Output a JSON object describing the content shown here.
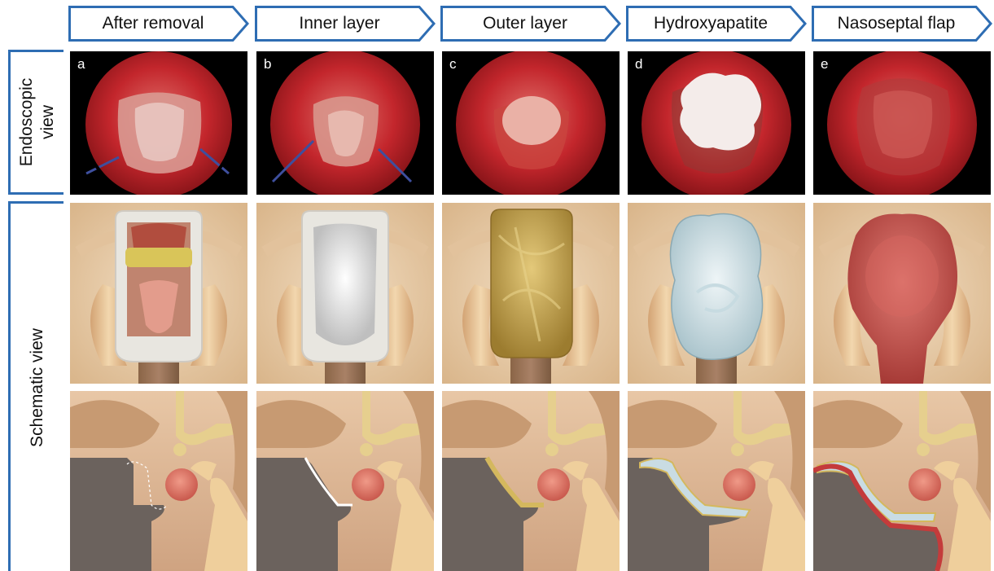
{
  "columns": [
    {
      "id": "a",
      "header": "After removal"
    },
    {
      "id": "b",
      "header": "Inner layer"
    },
    {
      "id": "c",
      "header": "Outer layer"
    },
    {
      "id": "d",
      "header": "Hydroxyapatite"
    },
    {
      "id": "e",
      "header": "Nasoseptal flap"
    }
  ],
  "rows": {
    "endoscopic": {
      "label_line1": "Endoscopic",
      "label_line2": "view"
    },
    "schematic": {
      "label": "Schematic view"
    }
  },
  "colors": {
    "header_border": "#2e6db3",
    "tissue_red": "#c3262c",
    "bone_tan": "#e9c894",
    "dura_grey": "#6b625d",
    "hydroxyapatite_white": "#dde8ec",
    "fat_yellow": "#c8a84f",
    "flap_red": "#c0504d"
  }
}
